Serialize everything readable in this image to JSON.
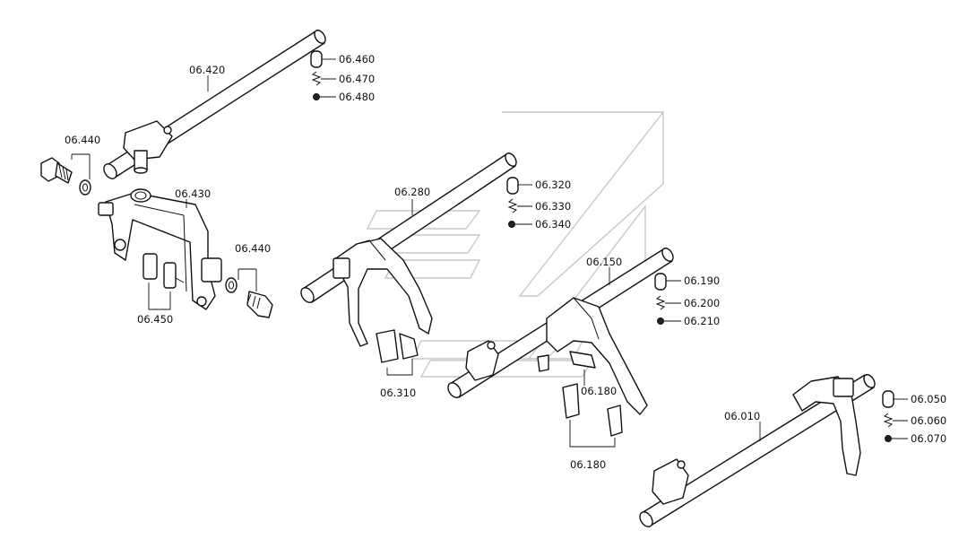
{
  "labels": {
    "p06_420": "06.420",
    "p06_460": "06.460",
    "p06_470": "06.470",
    "p06_480": "06.480",
    "p06_440_a": "06.440",
    "p06_430": "06.430",
    "p06_440_b": "06.440",
    "p06_450": "06.450",
    "p06_280": "06.280",
    "p06_320": "06.320",
    "p06_330": "06.330",
    "p06_340": "06.340",
    "p06_310": "06.310",
    "p06_150": "06.150",
    "p06_190": "06.190",
    "p06_200": "06.200",
    "p06_210": "06.210",
    "p06_180_a": "06.180",
    "p06_180_b": "06.180",
    "p06_010": "06.010",
    "p06_050": "06.050",
    "p06_060": "06.060",
    "p06_070": "06.070"
  }
}
